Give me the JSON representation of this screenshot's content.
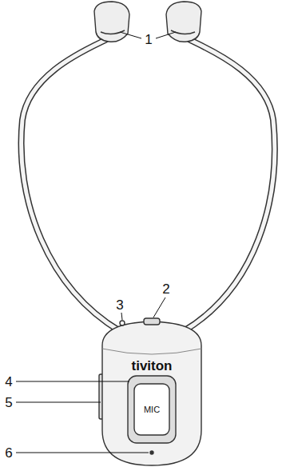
{
  "diagram": {
    "labels": [
      "1",
      "2",
      "3",
      "4",
      "5",
      "6",
      "tiviton",
      "MIC"
    ]
  }
}
